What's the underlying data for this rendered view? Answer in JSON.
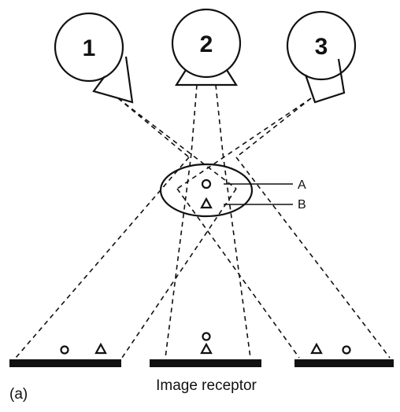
{
  "tubes": [
    {
      "label": "1"
    },
    {
      "label": "2"
    },
    {
      "label": "3"
    }
  ],
  "object_labels": {
    "circle": "A",
    "triangle": "B"
  },
  "figure_label": "(a)",
  "receptor_label": "Image receptor",
  "colors": {
    "ink": "#111111",
    "background": "#ffffff"
  }
}
